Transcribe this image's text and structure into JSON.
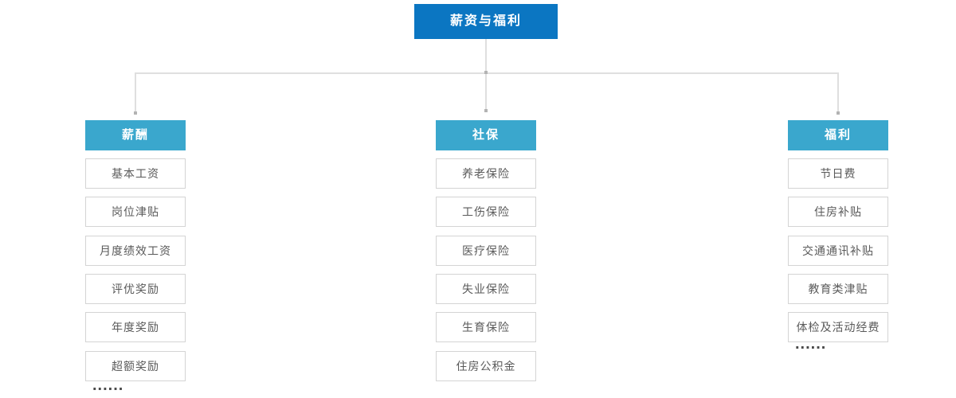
{
  "colors": {
    "root_bg": "#0b76c2",
    "branch_bg": "#3aa7cd",
    "box_border": "#d4d4d4",
    "box_text": "#5a5a5a",
    "line": "#dfdfdf",
    "dot": "#b3b3b3",
    "ellipsis_color": "#4a4a4a"
  },
  "root": {
    "label": "薪资与福利"
  },
  "columns": [
    {
      "header": "薪酬",
      "items": [
        "基本工资",
        "岗位津贴",
        "月度绩效工资",
        "评优奖励",
        "年度奖励",
        "超额奖励"
      ],
      "ellipsis": "......"
    },
    {
      "header": "社保",
      "items": [
        "养老保险",
        "工伤保险",
        "医疗保险",
        "失业保险",
        "生育保险",
        "住房公积金"
      ]
    },
    {
      "header": "福利",
      "items": [
        "节日费",
        "住房补贴",
        "交通通讯补贴",
        "教育类津贴",
        "体检及活动经费"
      ],
      "ellipsis": "......"
    }
  ]
}
